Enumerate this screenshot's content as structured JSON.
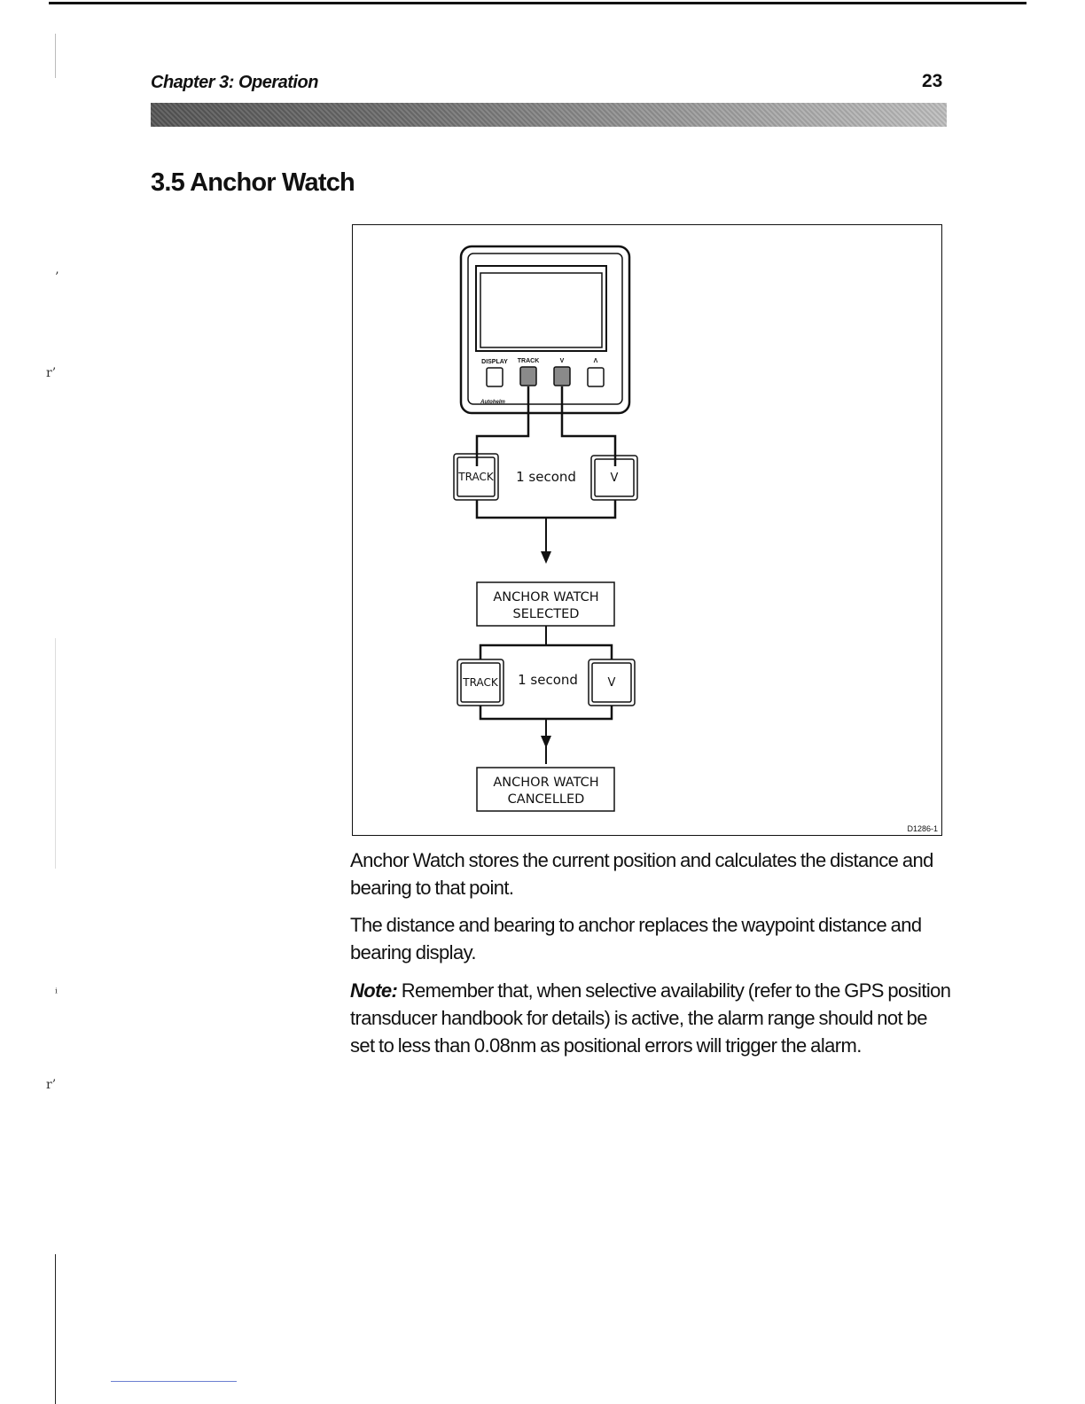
{
  "header": {
    "chapter": "Chapter 3: Operation",
    "page_number": "23"
  },
  "section": {
    "title": "3.5 Anchor Watch"
  },
  "figure": {
    "device": {
      "buttons": [
        "DISPLAY",
        "TRACK",
        "V",
        "Λ"
      ],
      "brand": "Autohelm"
    },
    "step1": {
      "left_key": "TRACK",
      "duration": "1 second",
      "right_key": "V"
    },
    "result1": {
      "line1": "ANCHOR WATCH",
      "line2": "SELECTED"
    },
    "step2": {
      "left_key": "TRACK",
      "duration": "1 second",
      "right_key": "V"
    },
    "result2": {
      "line1": "ANCHOR WATCH",
      "line2": "CANCELLED"
    },
    "figure_id": "D1286-1"
  },
  "body": {
    "paragraph1": "Anchor Watch stores the current position and calculates the distance and bearing to that point.",
    "paragraph2": "The distance and bearing to anchor replaces the waypoint distance and bearing display.",
    "note_label": "Note:",
    "note_text": " Remember that, when selective availability (refer to the GPS position transducer handbook for details) is active, the alarm range should not be set to less than 0.08nm as positional errors will trigger the alarm."
  },
  "margin_marks": [
    "’",
    "r’",
    "ⁱ",
    "r’"
  ]
}
